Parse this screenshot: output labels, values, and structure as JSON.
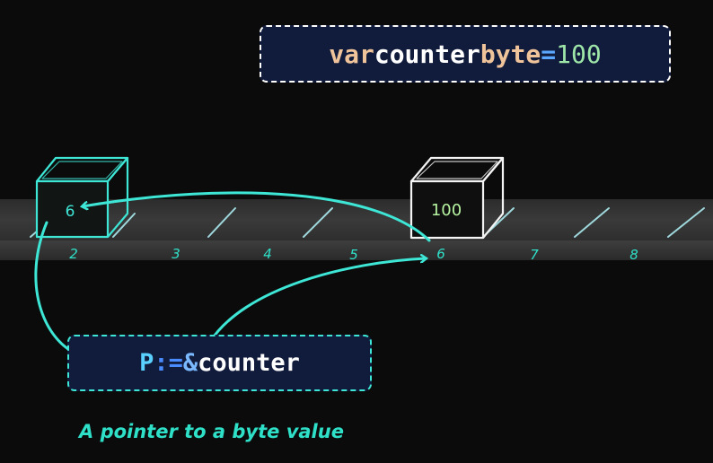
{
  "declaration": {
    "keyword": "var",
    "name": "counter",
    "type": "byte",
    "operator": "=",
    "value": "100"
  },
  "pointer_statement": {
    "name": "P",
    "operator": ":=",
    "ampersand": "&",
    "target": "counter"
  },
  "memory": {
    "addresses": [
      "2",
      "3",
      "4",
      "5",
      "6",
      "7",
      "8"
    ],
    "pointer_cell_value": "6",
    "variable_cell_value": "100"
  },
  "caption": "A pointer to a byte value",
  "colors": {
    "background": "#0b0b0b",
    "accent": "#3ee6d6",
    "code_bg": "#111b3c"
  }
}
